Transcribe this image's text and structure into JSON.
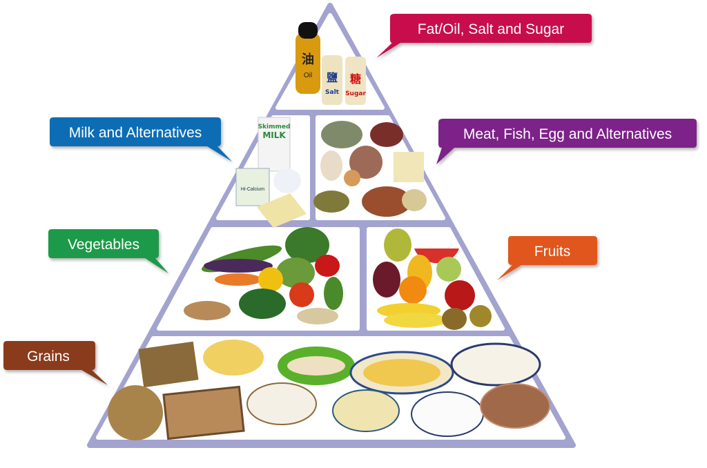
{
  "groups": {
    "fat": {
      "label": "Fat/Oil, Salt and Sugar",
      "color": "#c8104e"
    },
    "milk": {
      "label": "Milk and Alternatives",
      "color": "#0b6db4"
    },
    "meat": {
      "label": "Meat, Fish, Egg and Alternatives",
      "color": "#7b2088"
    },
    "veg": {
      "label": "Vegetables",
      "color": "#1e9a48"
    },
    "fruit": {
      "label": "Fruits",
      "color": "#e0561d"
    },
    "grains": {
      "label": "Grains",
      "color": "#8a3a1b"
    }
  },
  "pyramid_color": "#a3a3d0",
  "packaging": {
    "oil_cn": "油",
    "oil": "Oil",
    "salt_cn": "鹽",
    "salt": "Salt",
    "sugar_cn": "糖",
    "sugar": "Sugar",
    "milk_top": "Skimmed",
    "milk": "MILK",
    "calcium": "Hi-Calcium"
  }
}
